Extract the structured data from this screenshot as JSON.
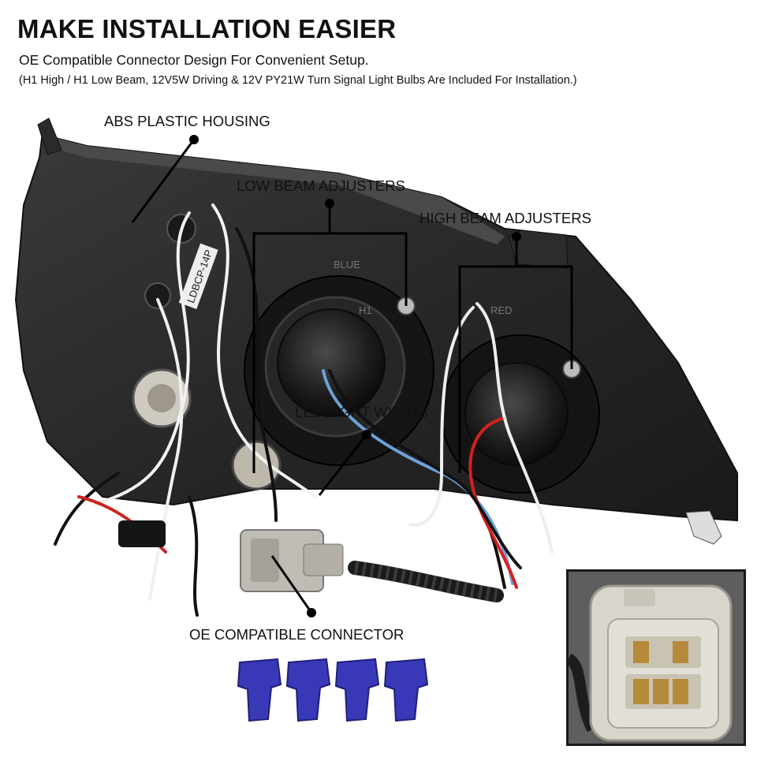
{
  "header": {
    "title": "MAKE INSTALLATION EASIER",
    "subtitle": "OE Compatible Connector Design For Convenient Setup.",
    "note": "(H1 High / H1 Low Beam, 12V5W Driving & 12V PY21W Turn Signal Light Bulbs Are Included For Installation.)"
  },
  "callouts": {
    "housing": "ABS PLASTIC HOUSING",
    "low_beam": "LOW BEAM ADJUSTERS",
    "high_beam": "HIGH BEAM ADJUSTERS",
    "wiring": "LED LIGHT WIRING",
    "connector": "OE COMPATIBLE CONNECTOR"
  },
  "housing_markings": {
    "label_blue": "BLUE",
    "label_h1": "H1",
    "label_red": "RED",
    "sticker": "LDBCP-14P"
  }
}
